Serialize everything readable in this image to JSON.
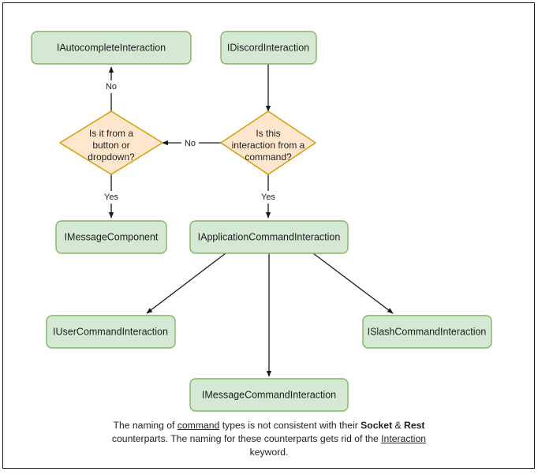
{
  "diagram": {
    "title": "Discord interaction type hierarchy flowchart",
    "colors": {
      "process_fill": "#d5e8d4",
      "process_stroke": "#82b366",
      "decision_fill": "#ffe6cc",
      "decision_stroke": "#d79b00",
      "edge": "#1a1a1a",
      "text": "#1f1f1f",
      "background": "#ffffff",
      "frame": "#1a1a1a"
    },
    "nodes": {
      "autocomplete": {
        "label": "IAutocompleteInteraction",
        "shape": "process"
      },
      "discord": {
        "label": "IDiscordInteraction",
        "shape": "process"
      },
      "decision_button": {
        "shape": "decision",
        "lines": [
          "Is it from a",
          "button or",
          "dropdown?"
        ]
      },
      "decision_command": {
        "shape": "decision",
        "lines": [
          "Is this",
          "interaction from a",
          "command?"
        ]
      },
      "message_component": {
        "label": "IMessageComponent",
        "shape": "process"
      },
      "app_command": {
        "label": "IApplicationCommandInteraction",
        "shape": "process"
      },
      "user_command": {
        "label": "IUserCommandInteraction",
        "shape": "process"
      },
      "slash_command": {
        "label": "ISlashCommandInteraction",
        "shape": "process"
      },
      "message_command": {
        "label": "IMessageCommandInteraction",
        "shape": "process"
      }
    },
    "edge_labels": {
      "command_no": "No",
      "command_yes": "Yes",
      "button_no": "No",
      "button_yes": "Yes"
    },
    "caption": {
      "line1_a": "The naming of ",
      "line1_underline": "command",
      "line1_b": " types is not consistent with their",
      "line2_bold1": "Socket",
      "line2_amp": " & ",
      "line2_bold2": "Rest",
      "line2_rest": " counterparts. The naming for these",
      "line3_a": "counterparts gets rid of the ",
      "line3_underline": "Interaction",
      "line3_b": " keyword."
    }
  }
}
